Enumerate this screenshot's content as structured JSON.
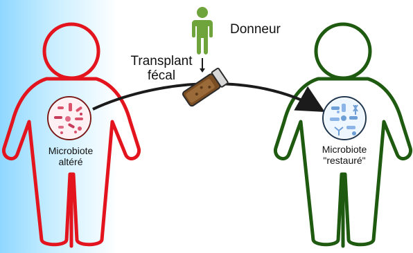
{
  "colors": {
    "patient_outline": "#e3141d",
    "recipient_outline": "#1e5a0f",
    "donor_fill": "#6fa33b",
    "arrow": "#1b1b1b",
    "altered_bacteria": "#d9536d",
    "restored_bacteria": "#6e9fd6",
    "vial_body": "#8a5a2c",
    "background_gradient": "#8fd7ff"
  },
  "icons": {
    "donor": "person-icon",
    "vial": "stool-vial-icon",
    "altered_microbiota": "bacteria-cluster-icon",
    "restored_microbiota": "bacteria-cluster-icon"
  },
  "donor": {
    "label": "Donneur"
  },
  "transplant": {
    "line1": "Transplant",
    "line2": "fécal"
  },
  "patient": {
    "microbiota_line1": "Microbiote",
    "microbiota_line2": "altéré"
  },
  "recipient": {
    "microbiota_line1": "Microbiote",
    "microbiota_line2": "\"restauré\""
  }
}
